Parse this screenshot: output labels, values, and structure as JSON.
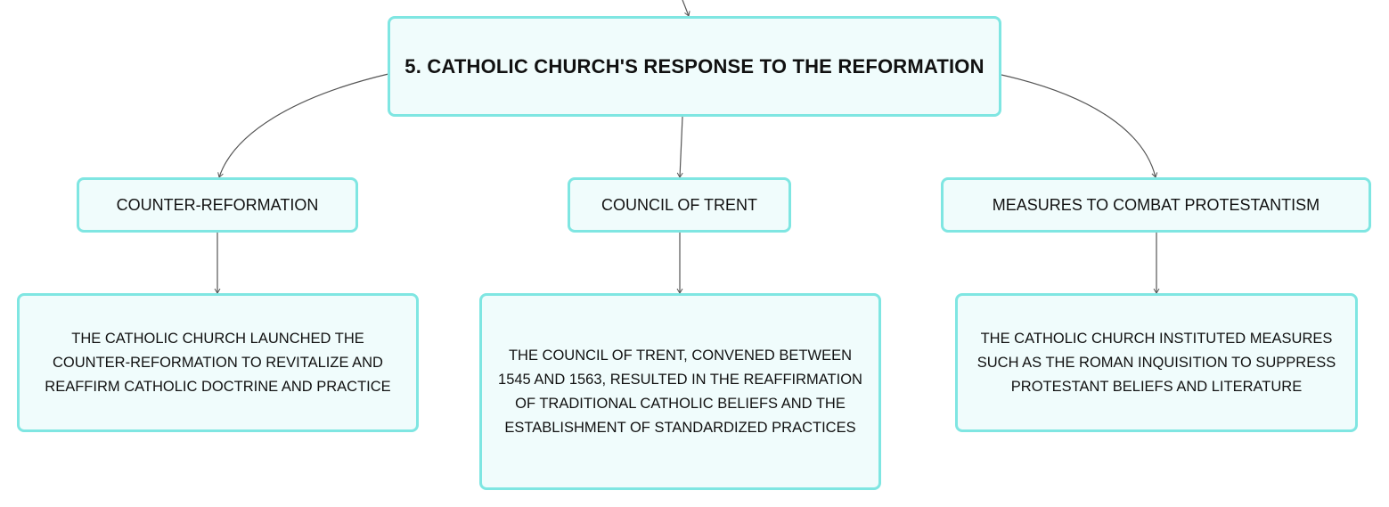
{
  "root": {
    "title": "5. CATHOLIC CHURCH'S RESPONSE TO THE REFORMATION"
  },
  "branches": [
    {
      "label": "COUNTER-REFORMATION",
      "detail": "THE CATHOLIC CHURCH LAUNCHED THE COUNTER-REFORMATION TO REVITALIZE AND REAFFIRM CATHOLIC DOCTRINE AND PRACTICE"
    },
    {
      "label": "COUNCIL OF TRENT",
      "detail": "THE COUNCIL OF TRENT, CONVENED BETWEEN 1545 AND 1563, RESULTED IN THE REAFFIRMATION OF TRADITIONAL CATHOLIC BELIEFS AND THE ESTABLISHMENT OF STANDARDIZED PRACTICES"
    },
    {
      "label": "MEASURES TO COMBAT PROTESTANTISM",
      "detail": "THE CATHOLIC CHURCH INSTITUTED MEASURES SUCH AS THE ROMAN INQUISITION TO SUPPRESS PROTESTANT BELIEFS AND LITERATURE"
    }
  ],
  "colors": {
    "node_border": "#7fe6e2",
    "node_fill": "#f0fcfc",
    "connector": "#555555",
    "text": "#111111"
  }
}
